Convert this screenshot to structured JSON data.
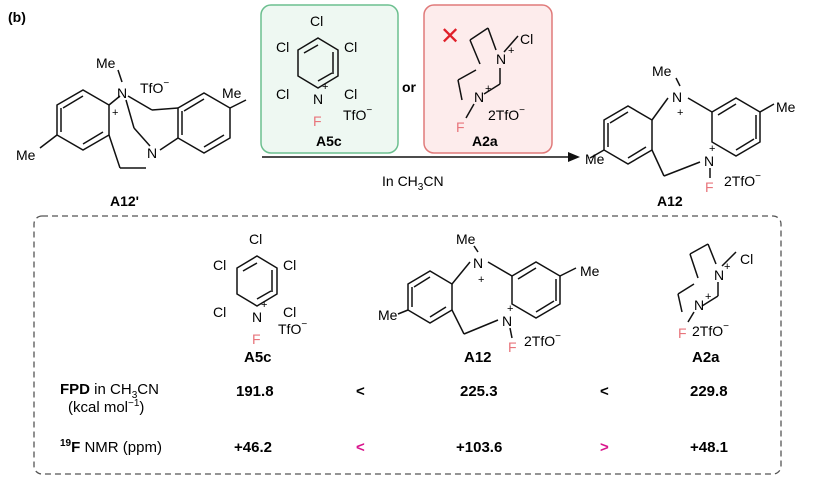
{
  "panel_label": "(b)",
  "reaction": {
    "reactant": {
      "name": "A12'",
      "counterion": "TfO",
      "charge_minus": "−",
      "me_top": "Me",
      "me_right": "Me",
      "me_left": "Me",
      "n_top": "N",
      "n_bottom": "N",
      "plus": "+"
    },
    "reagent_a5c": {
      "name": "A5c",
      "cl": "Cl",
      "n": "N",
      "plus": "+",
      "f": "F",
      "counterion": "TfO",
      "charge_minus": "−"
    },
    "or_text": "or",
    "reagent_a2a": {
      "name": "A2a",
      "cross": "✕",
      "n": "N",
      "plus": "+",
      "cl": "Cl",
      "f": "F",
      "counterion": "2TfO",
      "charge_minus": "−"
    },
    "conditions_prefix": "In CH",
    "conditions_sub": "3",
    "conditions_suffix": "CN",
    "product": {
      "name": "A12",
      "me": "Me",
      "n": "N",
      "plus": "+",
      "f": "F",
      "counterion": "2TfO",
      "charge_minus": "−"
    }
  },
  "comparison": {
    "columns": [
      "A5c",
      "A12",
      "A2a"
    ],
    "fpd_label_bold": "FPD",
    "fpd_label_rest": " in CH",
    "fpd_label_sub": "3",
    "fpd_label_end": "CN",
    "fpd_unit_prefix": "(kcal mol",
    "fpd_unit_sup": "−1",
    "fpd_unit_suffix": ")",
    "fpd_values": [
      "191.8",
      "225.3",
      "229.8"
    ],
    "fpd_comparators": [
      "<",
      "<"
    ],
    "nmr_label_sup": "19",
    "nmr_label_bold": "F",
    "nmr_label_rest": " NMR (ppm)",
    "nmr_values": [
      "+46.2",
      "+103.6",
      "+48.1"
    ],
    "nmr_comparators": [
      "<",
      ">"
    ]
  },
  "colors": {
    "fluorine": "#e8757c",
    "a5c_box_border": "#6cbf8f",
    "a2a_box_border": "#e07a7a",
    "a2a_box_fill": "#fdecec",
    "cross": "#e0202a",
    "nmr_comparator": "#d9148c"
  }
}
